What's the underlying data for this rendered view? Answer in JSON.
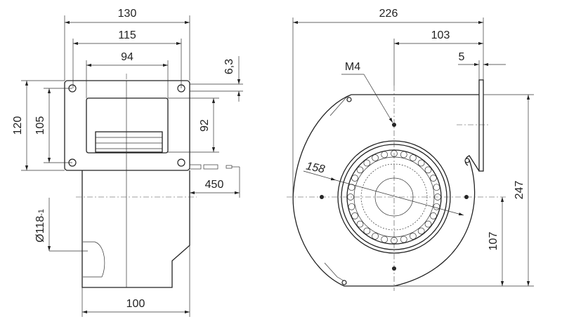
{
  "side_view": {
    "dims": {
      "overall_width": "130",
      "hole_spacing_width": "115",
      "inlet_width": "94",
      "flange_thickness": "6,3",
      "overall_height": "120",
      "hole_spacing_height": "105",
      "inlet_height": "92",
      "cable_length": "450",
      "housing_diameter": "Ø118",
      "housing_diameter_tolerance": "-1",
      "housing_depth": "100"
    }
  },
  "front_view": {
    "dims": {
      "overall_width": "226",
      "center_to_flange": "103",
      "flange_thickness": "5",
      "thread": "M4",
      "bolt_circle": "158",
      "overall_height": "247",
      "center_height": "107"
    }
  }
}
